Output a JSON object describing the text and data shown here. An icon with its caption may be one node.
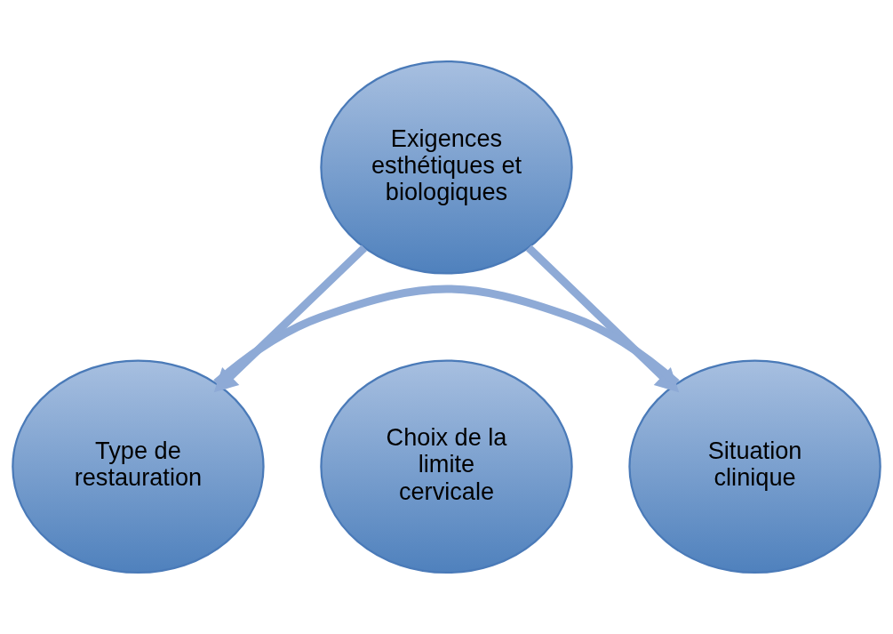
{
  "diagram": {
    "nodes": [
      {
        "text": [
          "Exigences esthétiques et biologiques"
        ]
      },
      {
        "text": [
          "Choix de la limite cervicale"
        ]
      },
      {
        "text": [
          "Type de restauration"
        ]
      },
      {
        "text": [
          "Situation clinique"
        ]
      }
    ],
    "edges": [
      {
        "from": 0,
        "to": 2,
        "arrow": "to"
      },
      {
        "from": 0,
        "to": 3,
        "arrow": "to"
      },
      {
        "from": 2,
        "to": 3,
        "arrow": "none"
      }
    ]
  }
}
